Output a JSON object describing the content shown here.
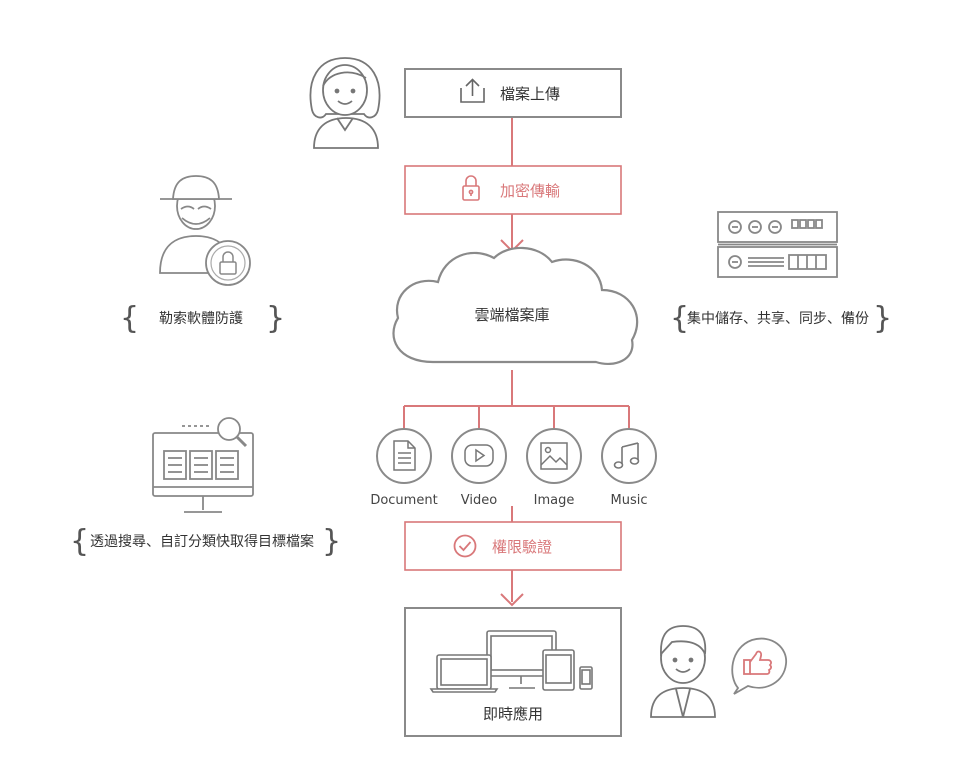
{
  "colors": {
    "gray": "#8a8a8a",
    "dark": "#555555",
    "accent": "#d9787a",
    "text": "#333333"
  },
  "steps": {
    "upload": "檔案上傳",
    "encrypt": "加密傳輸",
    "cloud": "雲端檔案庫",
    "verify": "權限驗證",
    "access": "即時應用"
  },
  "file_types": [
    "Document",
    "Video",
    "Image",
    "Music"
  ],
  "side_notes": {
    "ransomware": "勒索軟體防護",
    "storage": "集中儲存、共享、同步、備份",
    "search": "透過搜尋、自訂分類快取得目標檔案"
  },
  "icons": {
    "upload": "upload-icon",
    "lock": "lock-icon",
    "check": "check-circle-icon",
    "thumb": "thumbs-up-icon"
  }
}
